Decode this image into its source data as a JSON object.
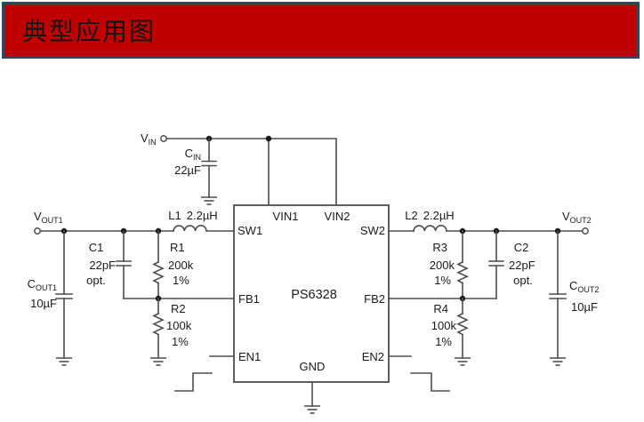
{
  "header": {
    "title": "典型应用图"
  },
  "colors": {
    "banner_bg": "#C00000",
    "banner_border": "#31475C",
    "wire": "#4D4D4D",
    "text": "#1A1A1A",
    "dot": "#1A1A1A",
    "page_bg": "#FFFFFF"
  },
  "ic": {
    "name": "PS6328",
    "pins": {
      "vin1": "VIN1",
      "vin2": "VIN2",
      "sw1": "SW1",
      "sw2": "SW2",
      "fb1": "FB1",
      "fb2": "FB2",
      "en1": "EN1",
      "en2": "EN2",
      "gnd": "GND"
    }
  },
  "nets": {
    "vin": {
      "sym": "V",
      "sub": "IN"
    },
    "vout1": {
      "sym": "V",
      "sub": "OUT1"
    },
    "vout2": {
      "sym": "V",
      "sub": "OUT2"
    }
  },
  "components": {
    "cin": {
      "sym": "C",
      "sub": "IN",
      "value": "22µF"
    },
    "cout1": {
      "sym": "C",
      "sub": "OUT1",
      "value": "10µF"
    },
    "cout2": {
      "sym": "C",
      "sub": "OUT2",
      "value": "10µF"
    },
    "l1": {
      "ref": "L1",
      "value": "2.2µH"
    },
    "l2": {
      "ref": "L2",
      "value": "2.2µH"
    },
    "r1": {
      "ref": "R1",
      "value": "200k",
      "tolerance": "1%"
    },
    "r2": {
      "ref": "R2",
      "value": "100k",
      "tolerance": "1%"
    },
    "r3": {
      "ref": "R3",
      "value": "200k",
      "tolerance": "1%"
    },
    "r4": {
      "ref": "R4",
      "value": "100k",
      "tolerance": "1%"
    },
    "c1": {
      "ref": "C1",
      "value": "22pF",
      "note": "opt."
    },
    "c2": {
      "ref": "C2",
      "value": "22pF",
      "note": "opt."
    }
  }
}
